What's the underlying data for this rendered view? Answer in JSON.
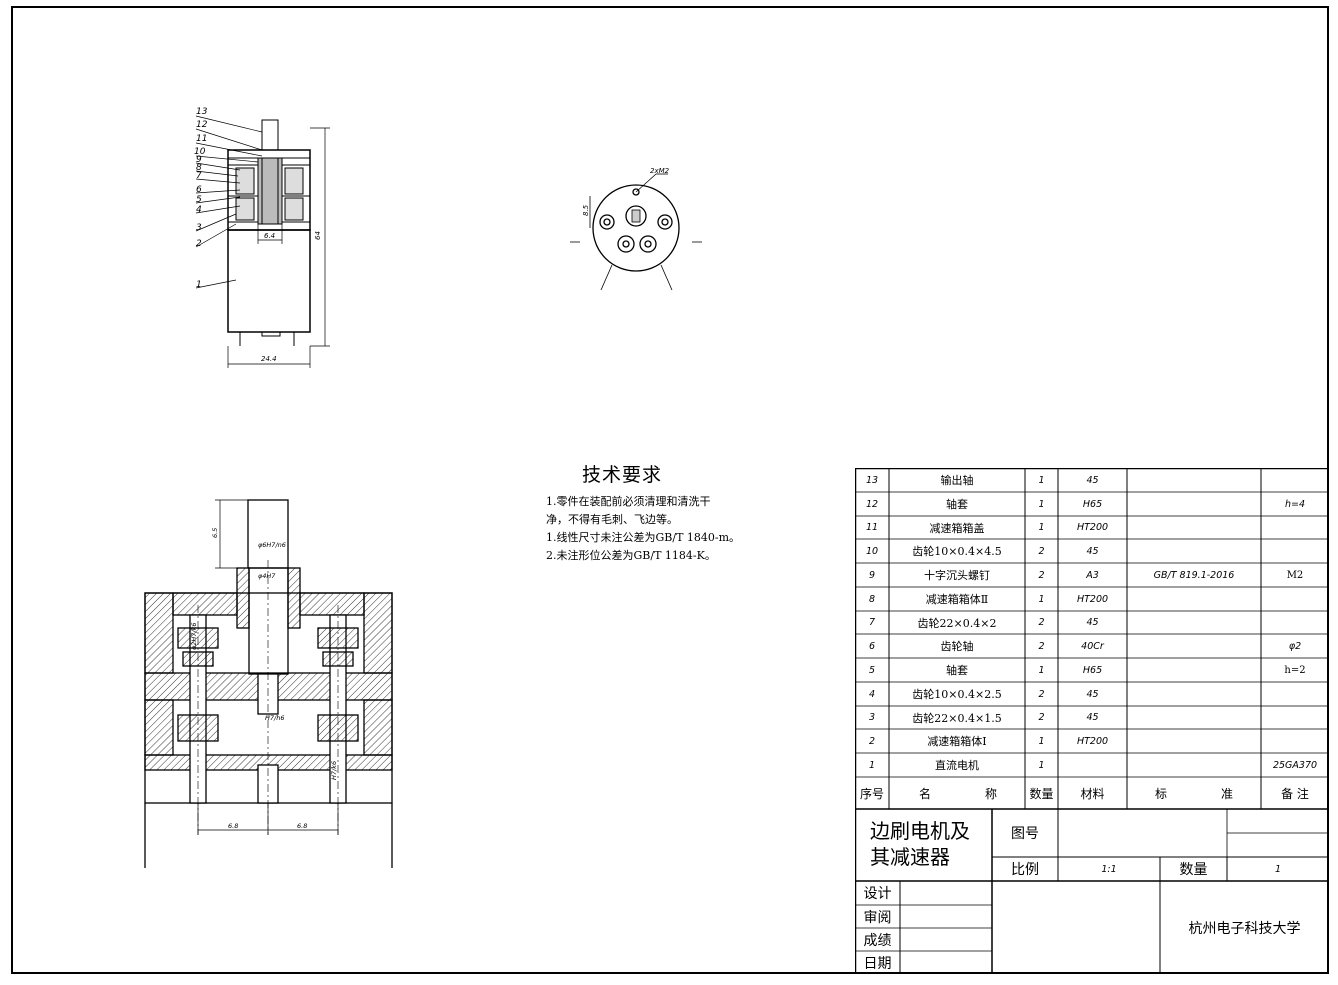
{
  "parts_view": {
    "balloons": [
      "13",
      "12",
      "11",
      "10",
      "9",
      "8",
      "7",
      "6",
      "5",
      "4",
      "3",
      "2",
      "1"
    ],
    "dims": {
      "center_width": "6.4",
      "total_width": "24.4",
      "height": "64"
    }
  },
  "end_view": {
    "thread_label": "2xM2",
    "dim_label": "8.5"
  },
  "section_view": {
    "dim_top": "6.5",
    "fits": [
      "φ6H7/n6",
      "φ4H7",
      "φ2H7/k6",
      "H7/h6",
      "H7/k6"
    ],
    "dim_left": "6.8",
    "dim_right": "6.8"
  },
  "tech_req": {
    "title": "技术要求",
    "lines": [
      "1.零件在装配前必须清理和清洗干",
      "净，不得有毛刺、飞边等。",
      "1.线性尺寸未注公差为GB/T 1840-m。",
      "2.未注形位公差为GB/T 1184-K。"
    ]
  },
  "bom": {
    "rows": [
      {
        "no": "13",
        "name": "输出轴",
        "qty": "1",
        "mat": "45",
        "std": "",
        "note": ""
      },
      {
        "no": "12",
        "name": "轴套",
        "qty": "1",
        "mat": "H65",
        "std": "",
        "note": "h=4"
      },
      {
        "no": "11",
        "name": "减速箱箱盖",
        "qty": "1",
        "mat": "HT200",
        "std": "",
        "note": ""
      },
      {
        "no": "10",
        "name": "齿轮10×0.4×4.5",
        "qty": "2",
        "mat": "45",
        "std": "",
        "note": ""
      },
      {
        "no": "9",
        "name": "十字沉头螺钉",
        "qty": "2",
        "mat": "A3",
        "std": "GB/T 819.1-2016",
        "note": "M2"
      },
      {
        "no": "8",
        "name": "减速箱箱体Ⅱ",
        "qty": "1",
        "mat": "HT200",
        "std": "",
        "note": ""
      },
      {
        "no": "7",
        "name": "齿轮22×0.4×2",
        "qty": "2",
        "mat": "45",
        "std": "",
        "note": ""
      },
      {
        "no": "6",
        "name": "齿轮轴",
        "qty": "2",
        "mat": "40Cr",
        "std": "",
        "note": "φ2"
      },
      {
        "no": "5",
        "name": "轴套",
        "qty": "1",
        "mat": "H65",
        "std": "",
        "note": "h=2"
      },
      {
        "no": "4",
        "name": "齿轮10×0.4×2.5",
        "qty": "2",
        "mat": "45",
        "std": "",
        "note": ""
      },
      {
        "no": "3",
        "name": "齿轮22×0.4×1.5",
        "qty": "2",
        "mat": "45",
        "std": "",
        "note": ""
      },
      {
        "no": "2",
        "name": "减速箱箱体Ⅰ",
        "qty": "1",
        "mat": "HT200",
        "std": "",
        "note": ""
      },
      {
        "no": "1",
        "name": "直流电机",
        "qty": "1",
        "mat": "",
        "std": "",
        "note": "25GA370"
      }
    ],
    "header": {
      "no": "序号",
      "name_a": "名",
      "name_b": "称",
      "qty": "数量",
      "mat": "材料",
      "std_a": "标",
      "std_b": "准",
      "note": "备 注"
    }
  },
  "title_block": {
    "title_line1": "边刷电机及",
    "title_line2": "其减速器",
    "drawing_no_label": "图号",
    "scale_label": "比例",
    "scale_value": "1:1",
    "qty_label": "数量",
    "qty_value": "1",
    "design_label": "设计",
    "review_label": "审阅",
    "grade_label": "成绩",
    "date_label": "日期",
    "school": "杭州电子科技大学"
  }
}
